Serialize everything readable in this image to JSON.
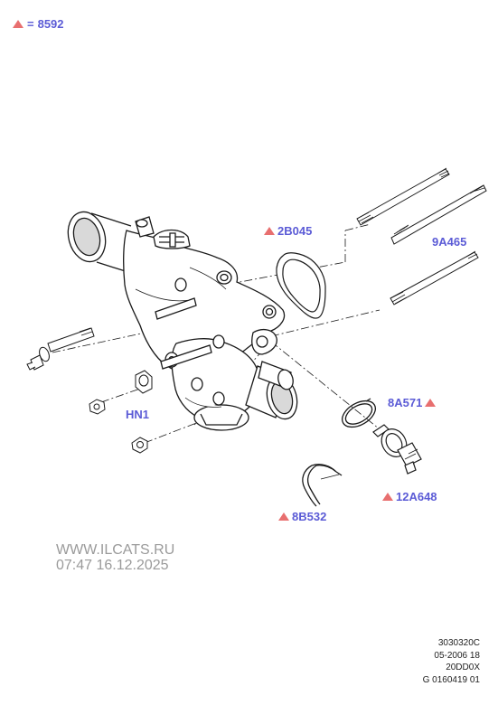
{
  "legend": {
    "symbol": "warning-triangle",
    "equals": "=",
    "code": "8592"
  },
  "callouts": {
    "p2B045": {
      "label": "2B045",
      "marked": true
    },
    "p9A465": {
      "label": "9A465",
      "marked": false
    },
    "p8A571": {
      "label": "8A571",
      "marked": true
    },
    "pHN1": {
      "label": "HN1",
      "marked": false
    },
    "p12A648": {
      "label": "12A648",
      "marked": true
    },
    "p8B532": {
      "label": "8B532",
      "marked": true
    }
  },
  "watermark": {
    "site": "WWW.ILCATS.RU",
    "timestamp": "07:47 16.12.2025"
  },
  "footer": {
    "line1": "3030320C",
    "line2": "05-2006 18",
    "line3": "20DD0X",
    "line4": "G 0160419 01"
  },
  "colors": {
    "label": "#5b5bd6",
    "triangle": "#e86f6f",
    "line": "#1a1a1a",
    "part_fill": "#d9d9d9"
  }
}
